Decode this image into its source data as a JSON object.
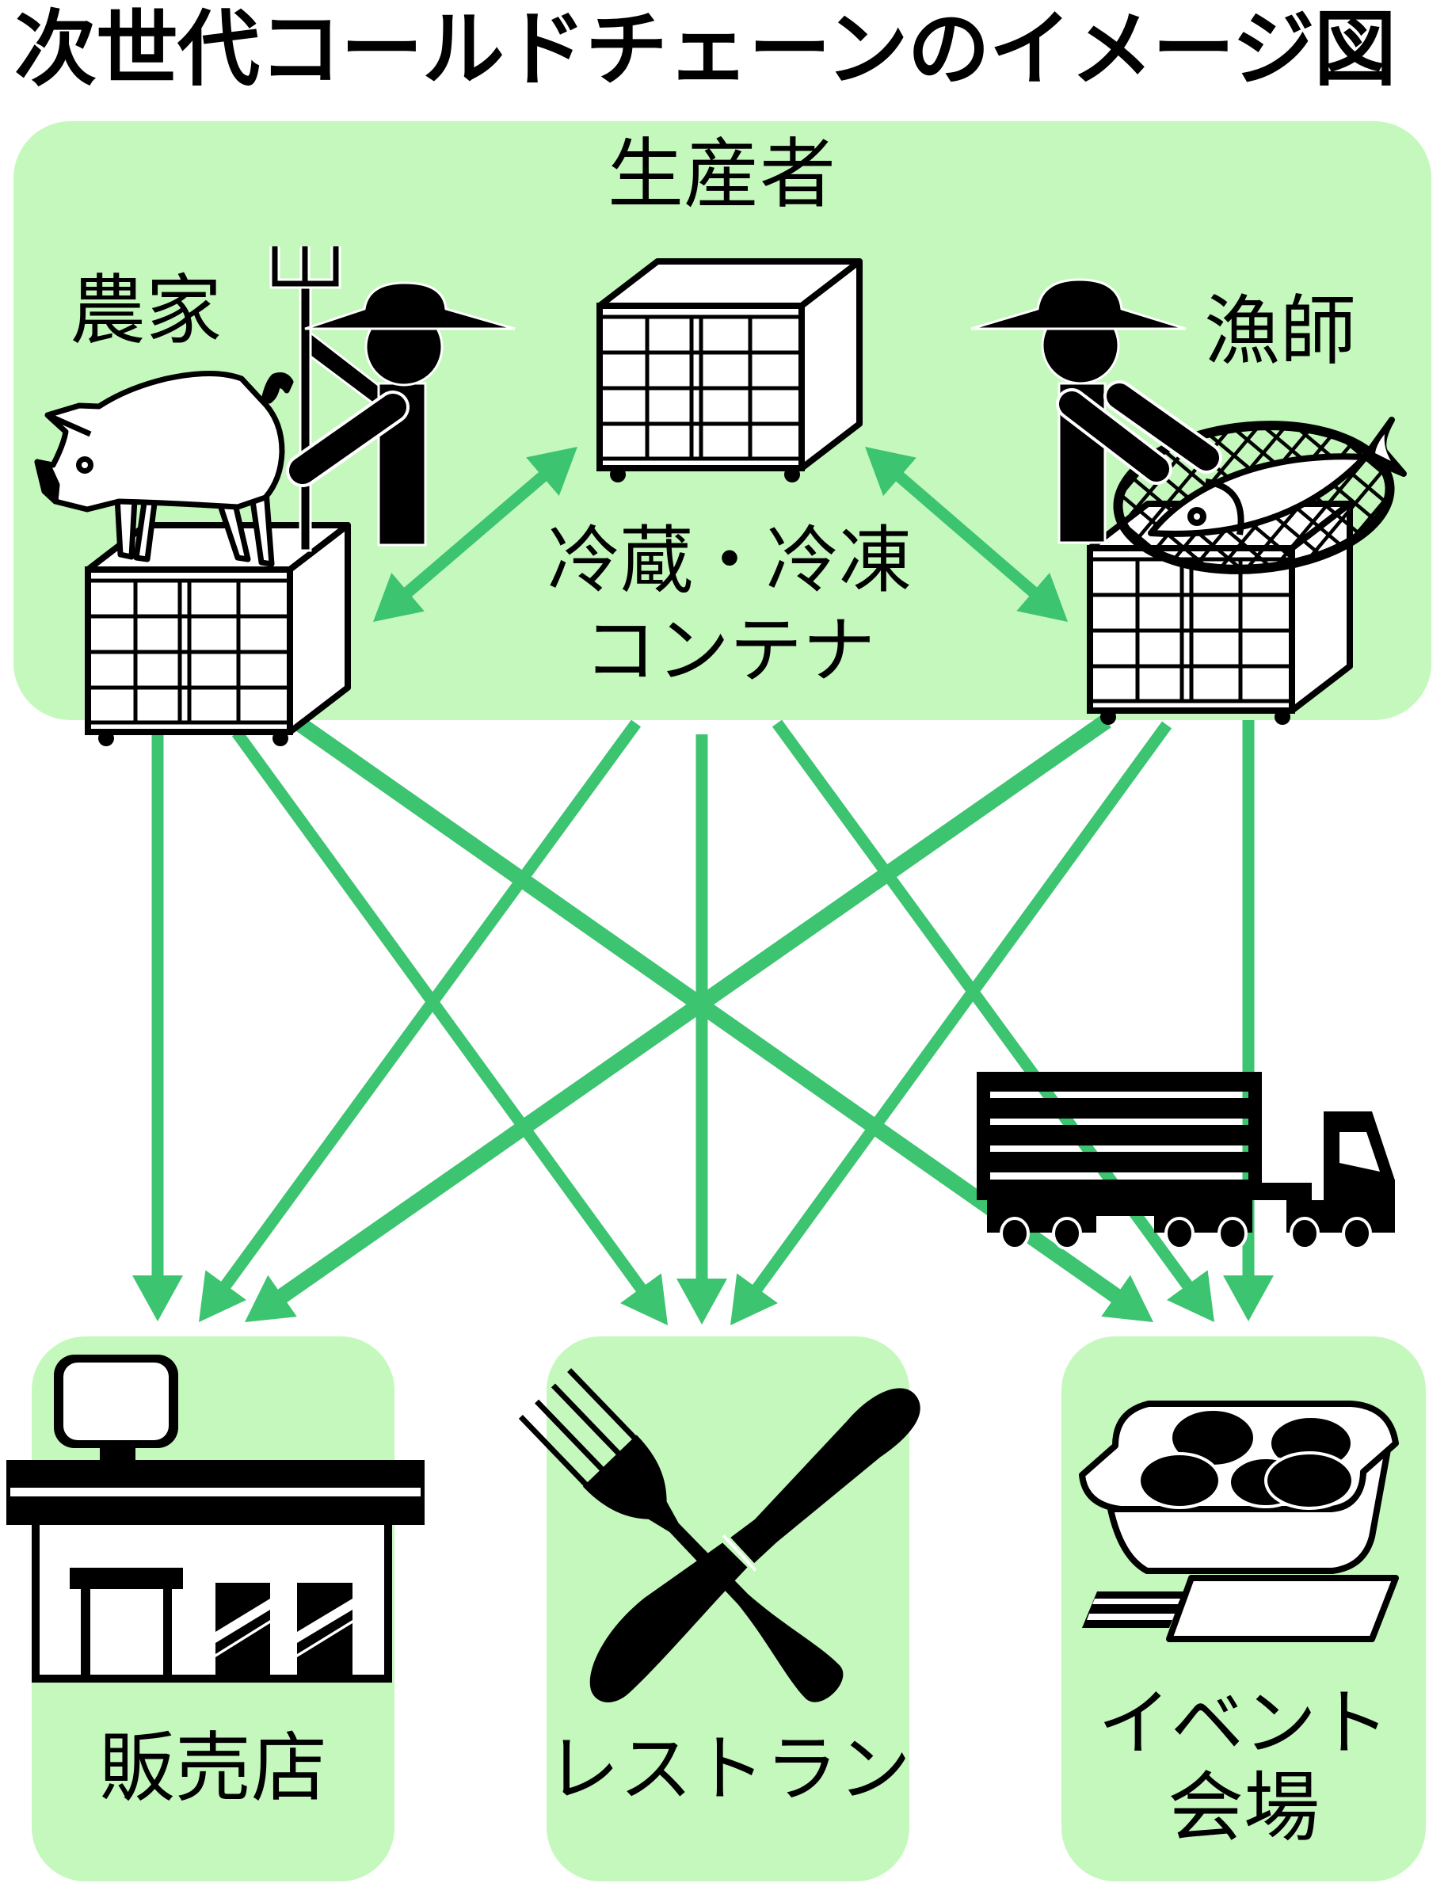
{
  "title": "次世代コールドチェーンのイメージ図",
  "producers": {
    "label": "生産者",
    "farmer": {
      "label": "農家",
      "icon": "farmer-with-pig-icon"
    },
    "fisher": {
      "label": "漁師",
      "icon": "fisherman-with-fish-net-icon"
    },
    "container": {
      "label_line1": "冷蔵・冷凍",
      "label_line2": "コンテナ",
      "icon": "refrigerated-container-icon"
    }
  },
  "transport": {
    "icon": "truck-icon"
  },
  "destinations": [
    {
      "id": "store",
      "label": "販売店",
      "icon": "store-icon"
    },
    {
      "id": "restaurant",
      "label": "レストラン",
      "icon": "fork-and-knife-icon"
    },
    {
      "id": "event",
      "label_line1": "イベント",
      "label_line2": "会場",
      "icon": "food-tray-icon"
    }
  ],
  "flows": [
    {
      "from": "農家",
      "to": "冷蔵・冷凍コンテナ",
      "bidirectional": true
    },
    {
      "from": "冷蔵・冷凍コンテナ",
      "to": "漁師",
      "bidirectional": true
    },
    {
      "from": "農家",
      "to": "販売店"
    },
    {
      "from": "農家",
      "to": "レストラン"
    },
    {
      "from": "農家",
      "to": "イベント会場"
    },
    {
      "from": "冷蔵・冷凍コンテナ",
      "to": "販売店"
    },
    {
      "from": "冷蔵・冷凍コンテナ",
      "to": "レストラン"
    },
    {
      "from": "冷蔵・冷凍コンテナ",
      "to": "イベント会場"
    },
    {
      "from": "漁師",
      "to": "販売店"
    },
    {
      "from": "漁師",
      "to": "レストラン"
    },
    {
      "from": "漁師",
      "to": "イベント会場"
    }
  ],
  "colors": {
    "arrow": "#3CC470",
    "box": "#C4F8BC",
    "ink": "#000000"
  }
}
